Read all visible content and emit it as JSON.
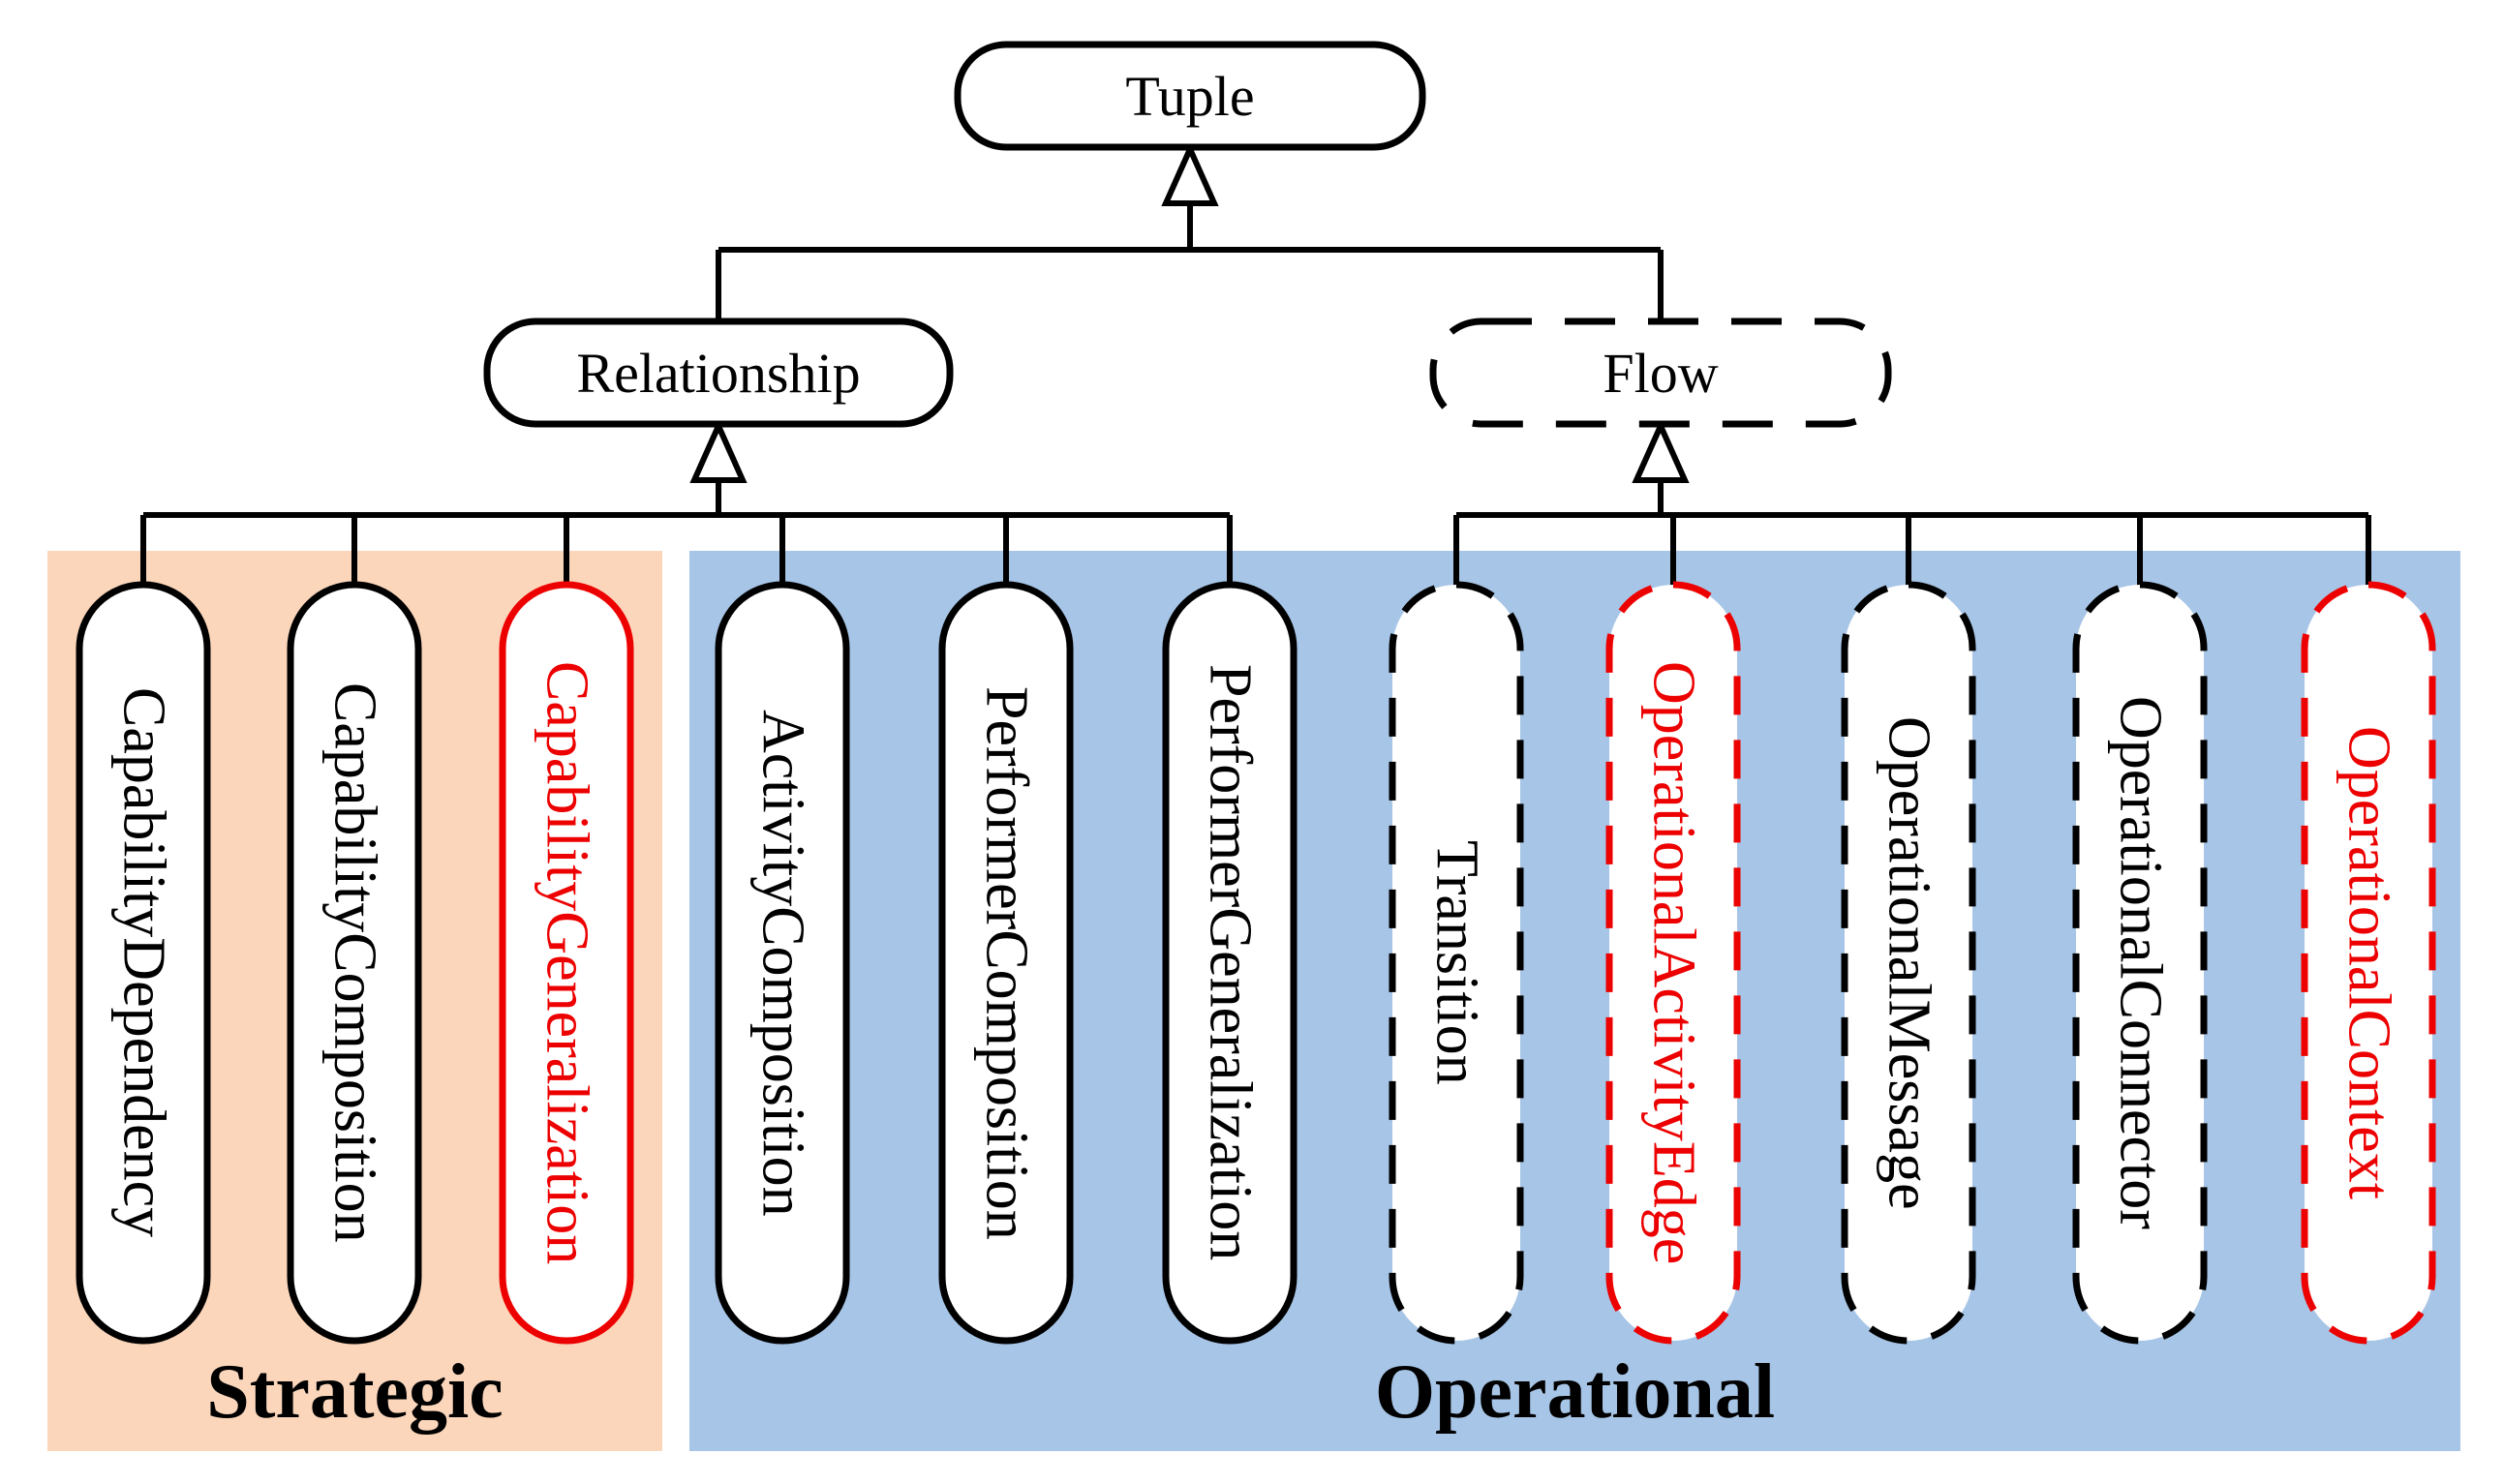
{
  "diagram": {
    "root": {
      "label": "Tuple",
      "outline": "solid-black"
    },
    "branches": [
      {
        "label": "Relationship",
        "outline": "solid-black"
      },
      {
        "label": "Flow",
        "outline": "dashed-black"
      }
    ],
    "regions": [
      {
        "label": "Strategic",
        "color": "#fbd6bb"
      },
      {
        "label": "Operational",
        "color": "#a7c5e6"
      }
    ],
    "nodes": [
      {
        "label": "CapabilityDependency",
        "region": "Strategic",
        "parent": "Relationship",
        "outline": "solid-black"
      },
      {
        "label": "CapabilityComposition",
        "region": "Strategic",
        "parent": "Relationship",
        "outline": "solid-black"
      },
      {
        "label": "CapabilityGeneralization",
        "region": "Strategic",
        "parent": "Relationship",
        "outline": "solid-red"
      },
      {
        "label": "ActivityComposition",
        "region": "Operational",
        "parent": "Relationship",
        "outline": "solid-black"
      },
      {
        "label": "PerformerComposition",
        "region": "Operational",
        "parent": "Relationship",
        "outline": "solid-black"
      },
      {
        "label": "PerformerGeneralization",
        "region": "Operational",
        "parent": "Relationship",
        "outline": "solid-black"
      },
      {
        "label": "Transition",
        "region": "Operational",
        "parent": "Flow",
        "outline": "dashed-black"
      },
      {
        "label": "OperationalActivityEdge",
        "region": "Operational",
        "parent": "Flow",
        "outline": "dashed-red"
      },
      {
        "label": "OperationalMessage",
        "region": "Operational",
        "parent": "Flow",
        "outline": "dashed-black"
      },
      {
        "label": "OperationalConnector",
        "region": "Operational",
        "parent": "Flow",
        "outline": "dashed-black"
      },
      {
        "label": "OperationalContext",
        "region": "Operational",
        "parent": "Flow",
        "outline": "dashed-red"
      }
    ],
    "colors": {
      "emphasis_red": "#ed0000",
      "line_black": "#000000",
      "node_fill": "#ffffff"
    }
  }
}
